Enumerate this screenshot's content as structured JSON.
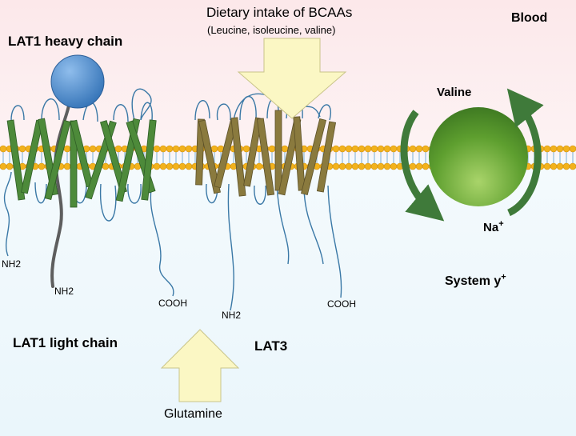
{
  "labels": {
    "heavy_chain": "LAT1 heavy  chain",
    "light_chain": "LAT1 light chain",
    "lat3": "LAT3",
    "blood": "Blood",
    "intake_title": "Dietary intake of BCAAs",
    "intake_sub": "(Leucine, isoleucine, valine)",
    "valine": "Valine",
    "na": "Na",
    "na_sup": "+",
    "system": "System y",
    "system_sup": "+",
    "glutamine": "Glutamine",
    "nh2_a": "NH2",
    "nh2_b": "NH2",
    "nh2_c": "NH2",
    "cooh_a": "COOH",
    "cooh_b": "COOH"
  },
  "colors": {
    "top_bg": "#fcebed",
    "bottom_bg": "#eef8fc",
    "lipid_head": "#f2b21c",
    "lipid_tail": "#b9d3e8",
    "heavy_helix": "#4d8a3a",
    "lat3_helix": "#8a7a3e",
    "loop": "#3a78a6",
    "heavy_chain_line": "#5e5e5e",
    "blue_ball": "#4a86c8",
    "green_ball": "#5c9e30",
    "arrow_fill": "#fbf7c4",
    "arrow_stroke": "#c9c48a",
    "curved_arrow": "#3f7a3a"
  }
}
